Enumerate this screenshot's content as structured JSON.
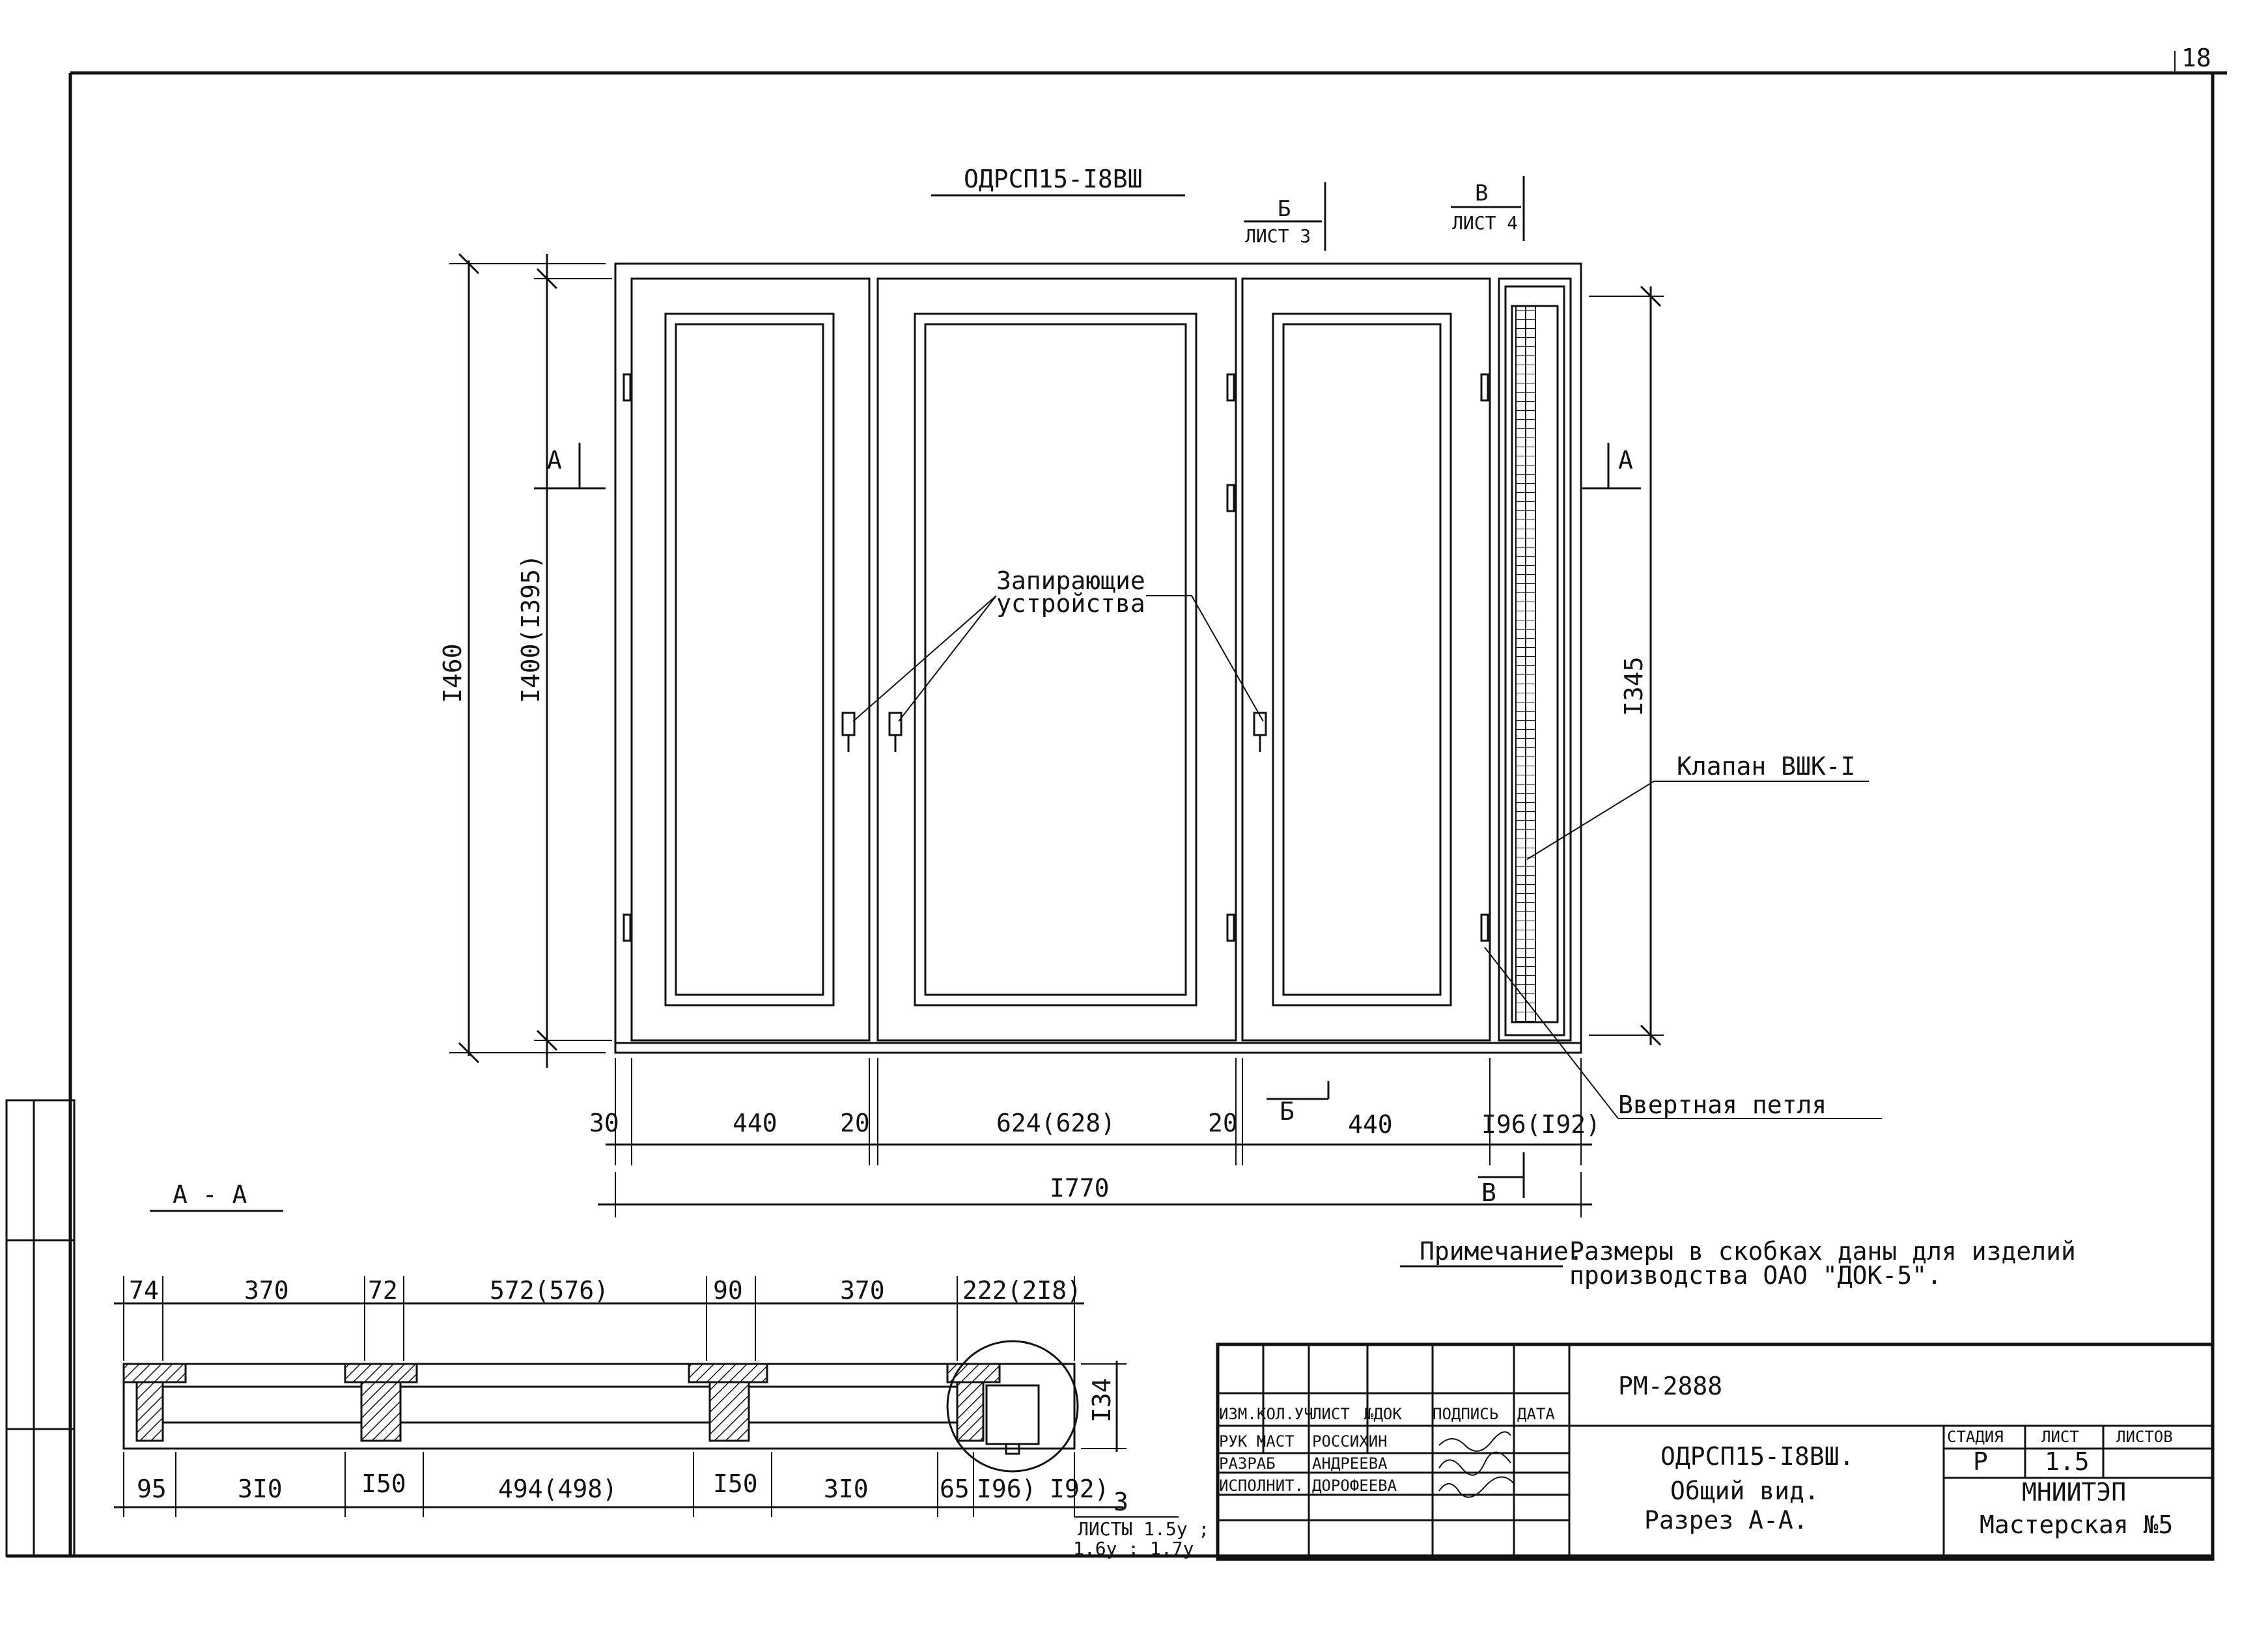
{
  "page_number": "18",
  "title_code": "ОДРСП15-I8ВШ",
  "section_refs": {
    "b_top": "Б",
    "b_top_sheet": "ЛИСТ 3",
    "v_top": "В",
    "v_top_sheet": "ЛИСТ 4",
    "a_left": "А",
    "a_right": "А",
    "b_bottom": "Б",
    "v_bottom": "В"
  },
  "labels": {
    "locking": [
      "Запирающие",
      "устройства"
    ],
    "valve": "Клапан ВШК-I",
    "hinge": "Ввертная петля",
    "section": "А - А"
  },
  "dims": {
    "h_overall": "I460",
    "h_sash": "I400(I395)",
    "h_valve": "I345",
    "w_top": [
      "30",
      "440",
      "20",
      "624(628)",
      "20",
      "440",
      "I96(I92)"
    ],
    "w_total": "I770",
    "sec_top": [
      "74",
      "370",
      "72",
      "572(576)",
      "90",
      "370",
      "222(2I8)"
    ],
    "sec_bottom": [
      "95",
      "3I0",
      "I50",
      "494(498)",
      "I50",
      "3I0",
      "65",
      "I96)",
      "I92)"
    ],
    "sec_height": "I34"
  },
  "note": [
    "Примечание.",
    "Размеры в скобках даны для изделий",
    "производства ОАО \"ДОК-5\"."
  ],
  "detail_ref": {
    "num": "3",
    "sheets_1": "ЛИСТЫ 1.5у ;",
    "sheets_2": "1.6у ; 1.7у"
  },
  "stamp": {
    "doc_code": "РМ-2888",
    "headers": [
      "ИЗМ.",
      "КОЛ.УЧ",
      "ЛИСТ",
      "№ДОК",
      "ПОДПИСЬ",
      "ДАТА"
    ],
    "rows": [
      {
        "role": "РУК МАСТ",
        "name": "РОССИХИН"
      },
      {
        "role": "РАЗРАБ",
        "name": "АНДРЕЕВА"
      },
      {
        "role": "ИСПОЛНИТ.",
        "name": "ДОРОФЕЕВА"
      }
    ],
    "title_lines": [
      "ОДРСП15-I8ВШ.",
      "Общий вид.",
      "Разрез    А-А."
    ],
    "col_labels": [
      "СТАДИЯ",
      "ЛИСТ",
      "ЛИСТОВ"
    ],
    "stage": "Р",
    "sheet": "1.5",
    "org": "МНИИТЭП",
    "workshop": "Мастерская №5"
  }
}
